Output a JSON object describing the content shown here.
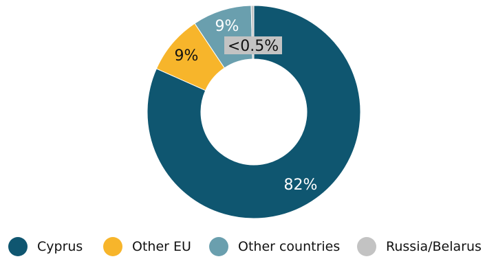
{
  "chart_data": {
    "type": "pie",
    "style": "donut",
    "title": "",
    "slices": [
      {
        "name": "Cyprus",
        "value": 82,
        "label": "82%",
        "color": "#0f5670",
        "label_color": "#ffffff"
      },
      {
        "name": "Other EU",
        "value": 9,
        "label": "9%",
        "color": "#f7b52b",
        "label_color": "#111111"
      },
      {
        "name": "Other countries",
        "value": 9,
        "label": "9%",
        "color": "#6a9fae",
        "label_color": "#ffffff"
      },
      {
        "name": "Russia/Belarus",
        "value": 0.4,
        "label": "<0.5%",
        "color": "#c3c3c3",
        "label_color": "#111111"
      }
    ],
    "legend_position": "bottom",
    "start": "top",
    "direction": "clockwise"
  }
}
